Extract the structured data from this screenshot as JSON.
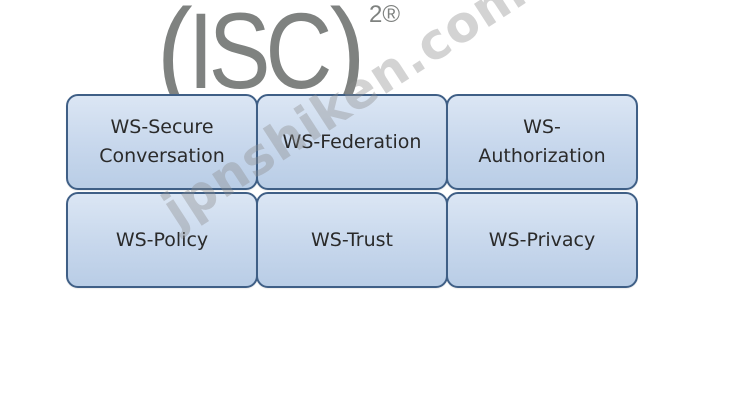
{
  "logo": {
    "open_paren": "(",
    "letters": "ISC",
    "close_paren": ")",
    "superscript": "2®"
  },
  "boxes": [
    {
      "label": "WS-Secure\nConversation"
    },
    {
      "label": "WS-Federation"
    },
    {
      "label": "WS-\nAuthorization"
    },
    {
      "label": "WS-Policy"
    },
    {
      "label": "WS-Trust"
    },
    {
      "label": "WS-Privacy"
    }
  ],
  "watermark": "jpnshiken.com",
  "colors": {
    "box_border": "#3f5f86",
    "box_fill_top": "#dbe6f4",
    "box_fill_bottom": "#b9cde6",
    "logo_gray": "#7f8280"
  }
}
